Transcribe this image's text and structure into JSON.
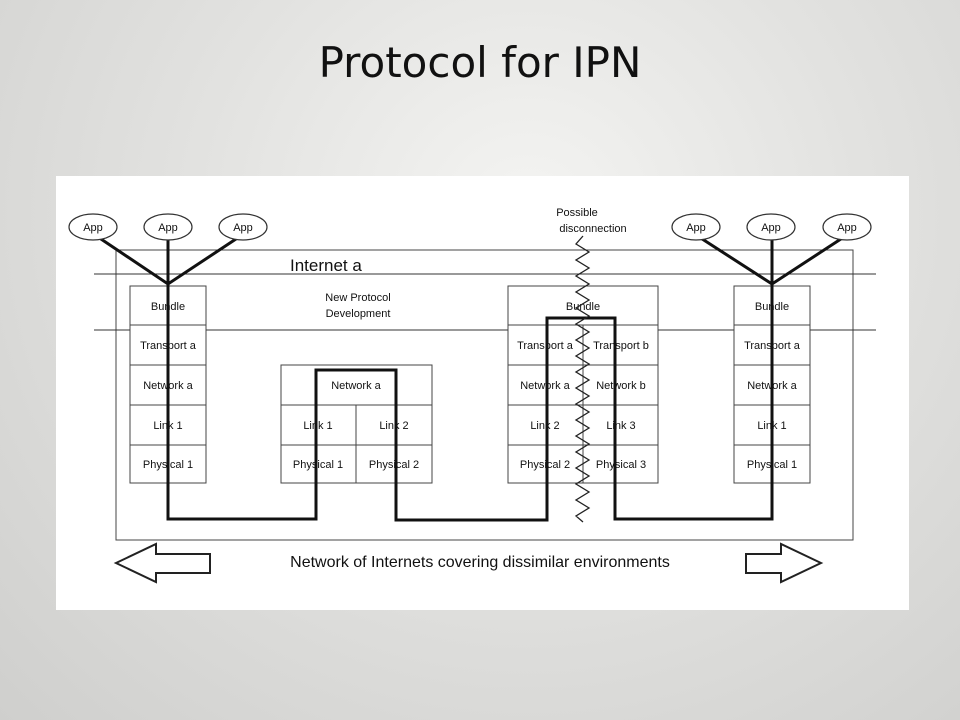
{
  "title": "Protocol for IPN",
  "diagram": {
    "apps": [
      "App",
      "App",
      "App",
      "App",
      "App",
      "App"
    ],
    "internet_label": "Internet a",
    "new_protocol_label": [
      "New Protocol",
      "Development"
    ],
    "possible_disconnection_label": [
      "Possible",
      "disconnection"
    ],
    "bottom_label": "Network of Internets covering dissimilar environments",
    "stacks": {
      "left": [
        "Bundle",
        "Transport a",
        "Network a",
        "Link 1",
        "Physical 1"
      ],
      "router_network": "Network a",
      "router_links": [
        "Link 1",
        "Link 2"
      ],
      "router_physical": [
        "Physical 1",
        "Physical 2"
      ],
      "gateway_bundle": "Bundle",
      "gateway_left": [
        "Transport a",
        "Network a",
        "Link 2",
        "Physical 2"
      ],
      "gateway_right": [
        "Transport b",
        "Network b",
        "Link 3",
        "Physical 3"
      ],
      "right": [
        "Bundle",
        "Transport a",
        "Network a",
        "Link 1",
        "Physical 1"
      ]
    }
  }
}
